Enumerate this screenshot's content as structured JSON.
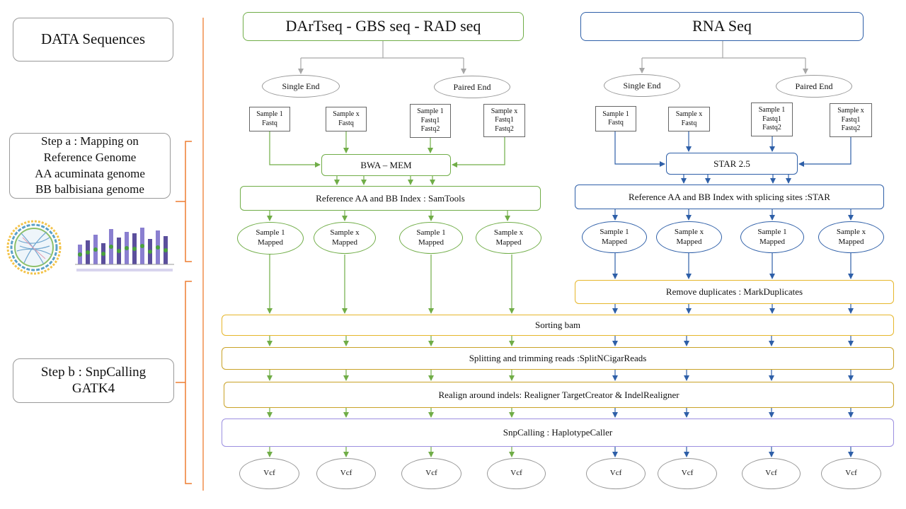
{
  "left_panel": {
    "data_sequences": "DATA Sequences",
    "step_a": [
      "Step  a : Mapping on",
      "Reference Genome",
      "AA acuminata genome",
      "BB balbisiana genome"
    ],
    "step_b": [
      "Step b : SnpCalling",
      "GATK4"
    ]
  },
  "pipelines": {
    "dna": {
      "title": "DArTseq  -  GBS seq  - RAD seq",
      "single_end": "Single  End",
      "paired_end": "Paired End",
      "samples": [
        [
          "Sample 1",
          "Fastq"
        ],
        [
          "Sample x",
          "Fastq"
        ],
        [
          "Sample 1",
          "Fastq1",
          "Fastq2"
        ],
        [
          "Sample x",
          "Fastq1",
          "Fastq2"
        ]
      ],
      "aligner": "BWA – MEM",
      "index": "Reference  AA  and  BB  Index  :  SamTools",
      "mapped": [
        [
          "Sample 1",
          "Mapped"
        ],
        [
          "Sample x",
          "Mapped"
        ],
        [
          "Sample 1",
          "Mapped"
        ],
        [
          "Sample x",
          "Mapped"
        ]
      ],
      "vcf": [
        "Vcf",
        "Vcf",
        "Vcf",
        "Vcf"
      ]
    },
    "rna": {
      "title": "RNA Seq",
      "single_end": "Single  End",
      "paired_end": "Paired  End",
      "samples": [
        [
          "Sample 1",
          "Fastq"
        ],
        [
          "Sample x",
          "Fastq"
        ],
        [
          "Sample 1",
          "Fastq1",
          "Fastq2"
        ],
        [
          "Sample x",
          "Fastq1",
          "Fastq2"
        ]
      ],
      "aligner": "STAR  2.5",
      "index": "Reference  AA  and  BB  Index  with  splicing  sites :STAR",
      "mapped": [
        [
          "Sample 1",
          "Mapped"
        ],
        [
          "Sample x",
          "Mapped"
        ],
        [
          "Sample 1",
          "Mapped"
        ],
        [
          "Sample x",
          "Mapped"
        ]
      ],
      "vcf": [
        "Vcf",
        "Vcf",
        "Vcf",
        "Vcf"
      ],
      "remove_duplicates": "Remove duplicates :  MarkDuplicates"
    }
  },
  "shared_steps": {
    "sorting": "Sorting  bam",
    "splitting": "Splitting  and  trimming  reads :SplitNCigarReads",
    "realign": "Realign  around  indels:  Realigner  TargetCreator  &  IndelRealigner",
    "snpcalling": "SnpCalling  :  HaplotypeCaller"
  },
  "colors": {
    "dna_green": "#70ad47",
    "rna_blue": "#2e5fa8",
    "gatk_yellow": "#e6b62a",
    "haplotype_violet": "#9c8fe0",
    "bracket_orange": "#ed7d31",
    "connector_grey": "#a6a6a6"
  }
}
